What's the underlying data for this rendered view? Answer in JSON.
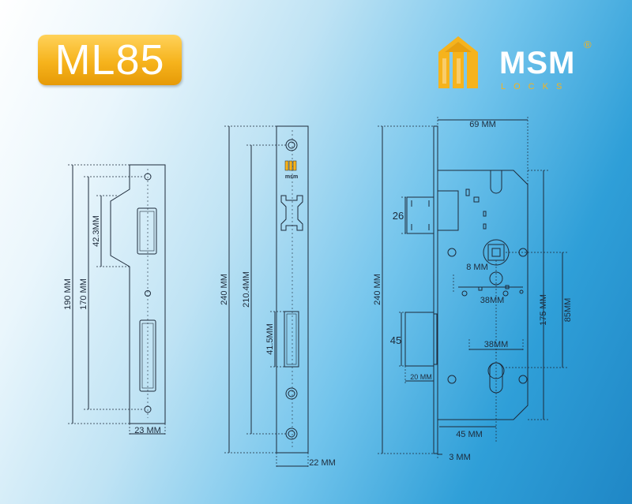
{
  "model": {
    "name": "ML85"
  },
  "brand": {
    "name": "MSM",
    "subtitle": "LOCKS",
    "registered": "®",
    "mark_text": "msm"
  },
  "colors": {
    "badge": "#f6b31c",
    "brand_white": "#ffffff",
    "line": "#1d2a3a"
  },
  "strike_plate": {
    "dims": {
      "total_height": "190 MM",
      "hole_span": "170 MM",
      "latch_opening": "42.3MM",
      "width": "23 MM"
    }
  },
  "faceplate": {
    "dims": {
      "length": "240 MM",
      "screw_span": "210.4MM",
      "slot": "41.5MM",
      "width": "22 MM"
    }
  },
  "lock_body": {
    "dims": {
      "depth": "69 MM",
      "faceplate_length": "240 MM",
      "latch": "26",
      "bolt": "45",
      "bolt_throw": "20 MM",
      "spindle": "8 MM",
      "center_38a": "38MM",
      "center_38b": "38MM",
      "height": "175 MM",
      "center_distance": "85MM",
      "backset": "45 MM",
      "faceplate_thickness": "3 MM"
    }
  }
}
